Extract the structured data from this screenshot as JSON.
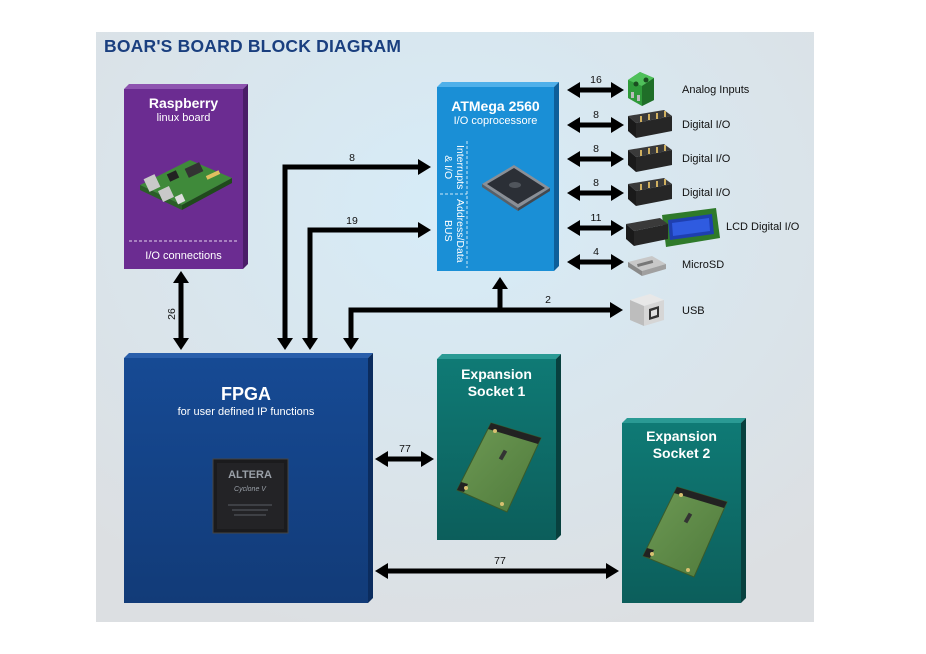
{
  "title": "BOAR'S BOARD BLOCK DIAGRAM",
  "blocks": {
    "raspberry": {
      "title": "Raspberry",
      "subtitle": "linux board",
      "footer": "I/O connections"
    },
    "atmega": {
      "title": "ATMega 2560",
      "subtitle": "I/O coprocessore",
      "side1": "Interrupts\n& I/O",
      "side1a": "Interrupts",
      "side1b": "& I/O",
      "side2a": "Address/Data",
      "side2b": "BUS"
    },
    "fpga": {
      "title": "FPGA",
      "subtitle": "for user defined IP functions",
      "chip_brand": "ALTERA",
      "chip_model": "Cyclone V"
    },
    "exp1": {
      "line1": "Expansion",
      "line2": "Socket 1"
    },
    "exp2": {
      "line1": "Expansion",
      "line2": "Socket 2"
    }
  },
  "peripherals": [
    {
      "label": "Analog Inputs",
      "bits": "16",
      "icon": "green-terminal-connector-icon"
    },
    {
      "label": "Digital I/O",
      "bits": "8",
      "icon": "pin-header-icon"
    },
    {
      "label": "Digital I/O",
      "bits": "8",
      "icon": "pin-header-icon"
    },
    {
      "label": "Digital I/O",
      "bits": "8",
      "icon": "pin-header-icon"
    },
    {
      "label": "LCD Digital I/O",
      "bits": "11",
      "icon": "lcd-display-icon"
    },
    {
      "label": "MicroSD",
      "bits": "4",
      "icon": "microsd-slot-icon"
    },
    {
      "label": "USB",
      "bits": "2",
      "icon": "usb-b-connector-icon"
    }
  ],
  "links": {
    "rasp_fpga": "26",
    "fpga_atmega_irq": "8",
    "fpga_atmega_bus": "19",
    "fpga_exp1": "77",
    "fpga_exp2": "77"
  },
  "colors": {
    "background_panel": "#d9e6f0",
    "raspberry": "#6b2c91",
    "atmega": "#1a8fd6",
    "fpga": "#14418a",
    "expansion": "#0e6b68",
    "title": "#1a3f7f",
    "arrow": "#000000"
  }
}
